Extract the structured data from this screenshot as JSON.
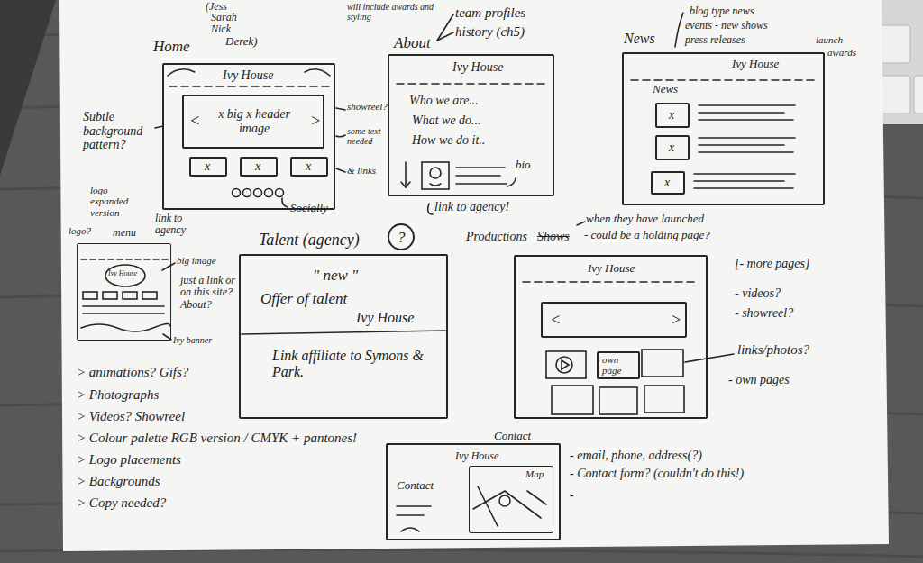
{
  "diagram": {
    "nodes": [
      {
        "text": [
          "Home",
          "Ivy House"
        ]
      },
      {
        "text": [
          "<",
          "x big x header image",
          ">"
        ],
        "in": 0
      },
      {
        "text": [
          "x"
        ],
        "in": 0
      },
      {
        "text": [
          "x"
        ],
        "in": 0
      },
      {
        "text": [
          "x"
        ],
        "in": 0
      },
      {
        "text": [
          "About",
          "Ivy House",
          "Who we are...",
          "What we do...",
          "How we do it..",
          "bio"
        ]
      },
      {
        "text": [
          "News",
          "Ivy House",
          "News"
        ]
      },
      {
        "text": [
          "x"
        ],
        "in": 6
      },
      {
        "text": [
          "x"
        ],
        "in": 6
      },
      {
        "text": [
          "x"
        ],
        "in": 6
      },
      {
        "text": [
          "Ivy House"
        ]
      },
      {
        "text": [
          "Talent (agency)",
          "\" new \"",
          "Offer of talent",
          "Ivy House",
          "Link affiliate to Symons & Park."
        ]
      },
      {
        "text": [
          "?"
        ]
      },
      {
        "text": [
          "Productions",
          "Shows",
          "Ivy House"
        ]
      },
      {
        "text": [
          "<",
          ">"
        ],
        "in": 13
      },
      {
        "text": [
          "own page"
        ],
        "in": 13
      },
      {
        "text": [
          "Contact",
          "Ivy House",
          "Contact"
        ]
      },
      {
        "text": [
          "Map"
        ],
        "in": 16
      }
    ],
    "labels": [
      "(Jess",
      "Sarah",
      "Nick",
      "Derek)",
      "will include awards and styling",
      "team profiles",
      "history (ch5)",
      "blog type news",
      "events - new shows",
      "press releases",
      "launch",
      "awards",
      "Subtle background pattern?",
      "showreel?",
      "some text needed",
      "& links",
      "logo expanded version",
      "link to agency",
      "Socially",
      "link to agency!",
      "logo?",
      "menu",
      "big image",
      "just a link or on this site? About?",
      "Ivy banner",
      "when they have launched",
      "- could be a holding page?",
      "[- more pages]",
      "- videos?",
      "- showreel?",
      "links/photos?",
      "- own pages",
      "> animations? Gifs?",
      "> Photographs",
      "> Videos? Showreel",
      "> Colour palette RGB version / CMYK + pantones!",
      "> Logo placements",
      "> Backgrounds",
      "> Copy needed?",
      "- email, phone, address(?)",
      "- Contact form? (couldn't do this!)",
      "-"
    ]
  }
}
